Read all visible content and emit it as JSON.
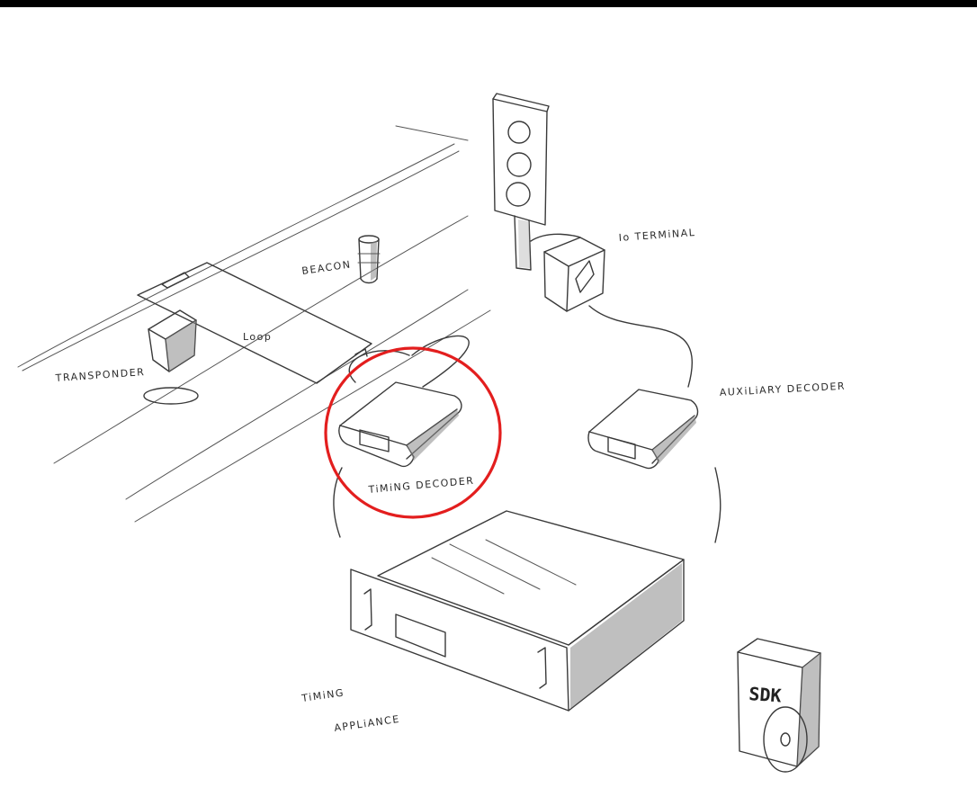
{
  "labels": {
    "io_terminal": "Io TERMiNAL",
    "beacon": "BEACON",
    "loop": "Loop",
    "transponder": "TRANSPONDER",
    "timing_decoder": "TiMiNG DECODER",
    "auxiliary_decoder": "AUXiLiARY DECODER",
    "timing_appliance_line1": "TiMiNG",
    "timing_appliance_line2": "APPLiANCE",
    "sdk": "SDK"
  },
  "highlight": {
    "target": "timing-decoder",
    "color": "#e31e1e"
  },
  "colors": {
    "ink": "#3a3a3a",
    "background": "#ffffff",
    "top_bar": "#000000"
  }
}
